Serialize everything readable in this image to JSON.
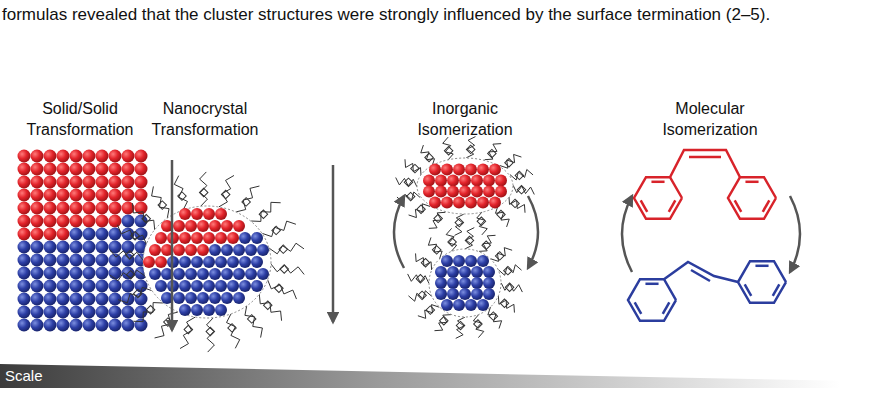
{
  "diagram": {
    "nodes": [
      {
        "text": [
          "Scale"
        ]
      }
    ],
    "labels": [
      "formulas revealed that the cluster structures were strongly influenced by the surface termination (2–5).",
      "Solid/Solid Transformation",
      "Nanocrystal Transformation",
      "Inorganic Isomerization",
      "Molecular Isomerization"
    ]
  }
}
